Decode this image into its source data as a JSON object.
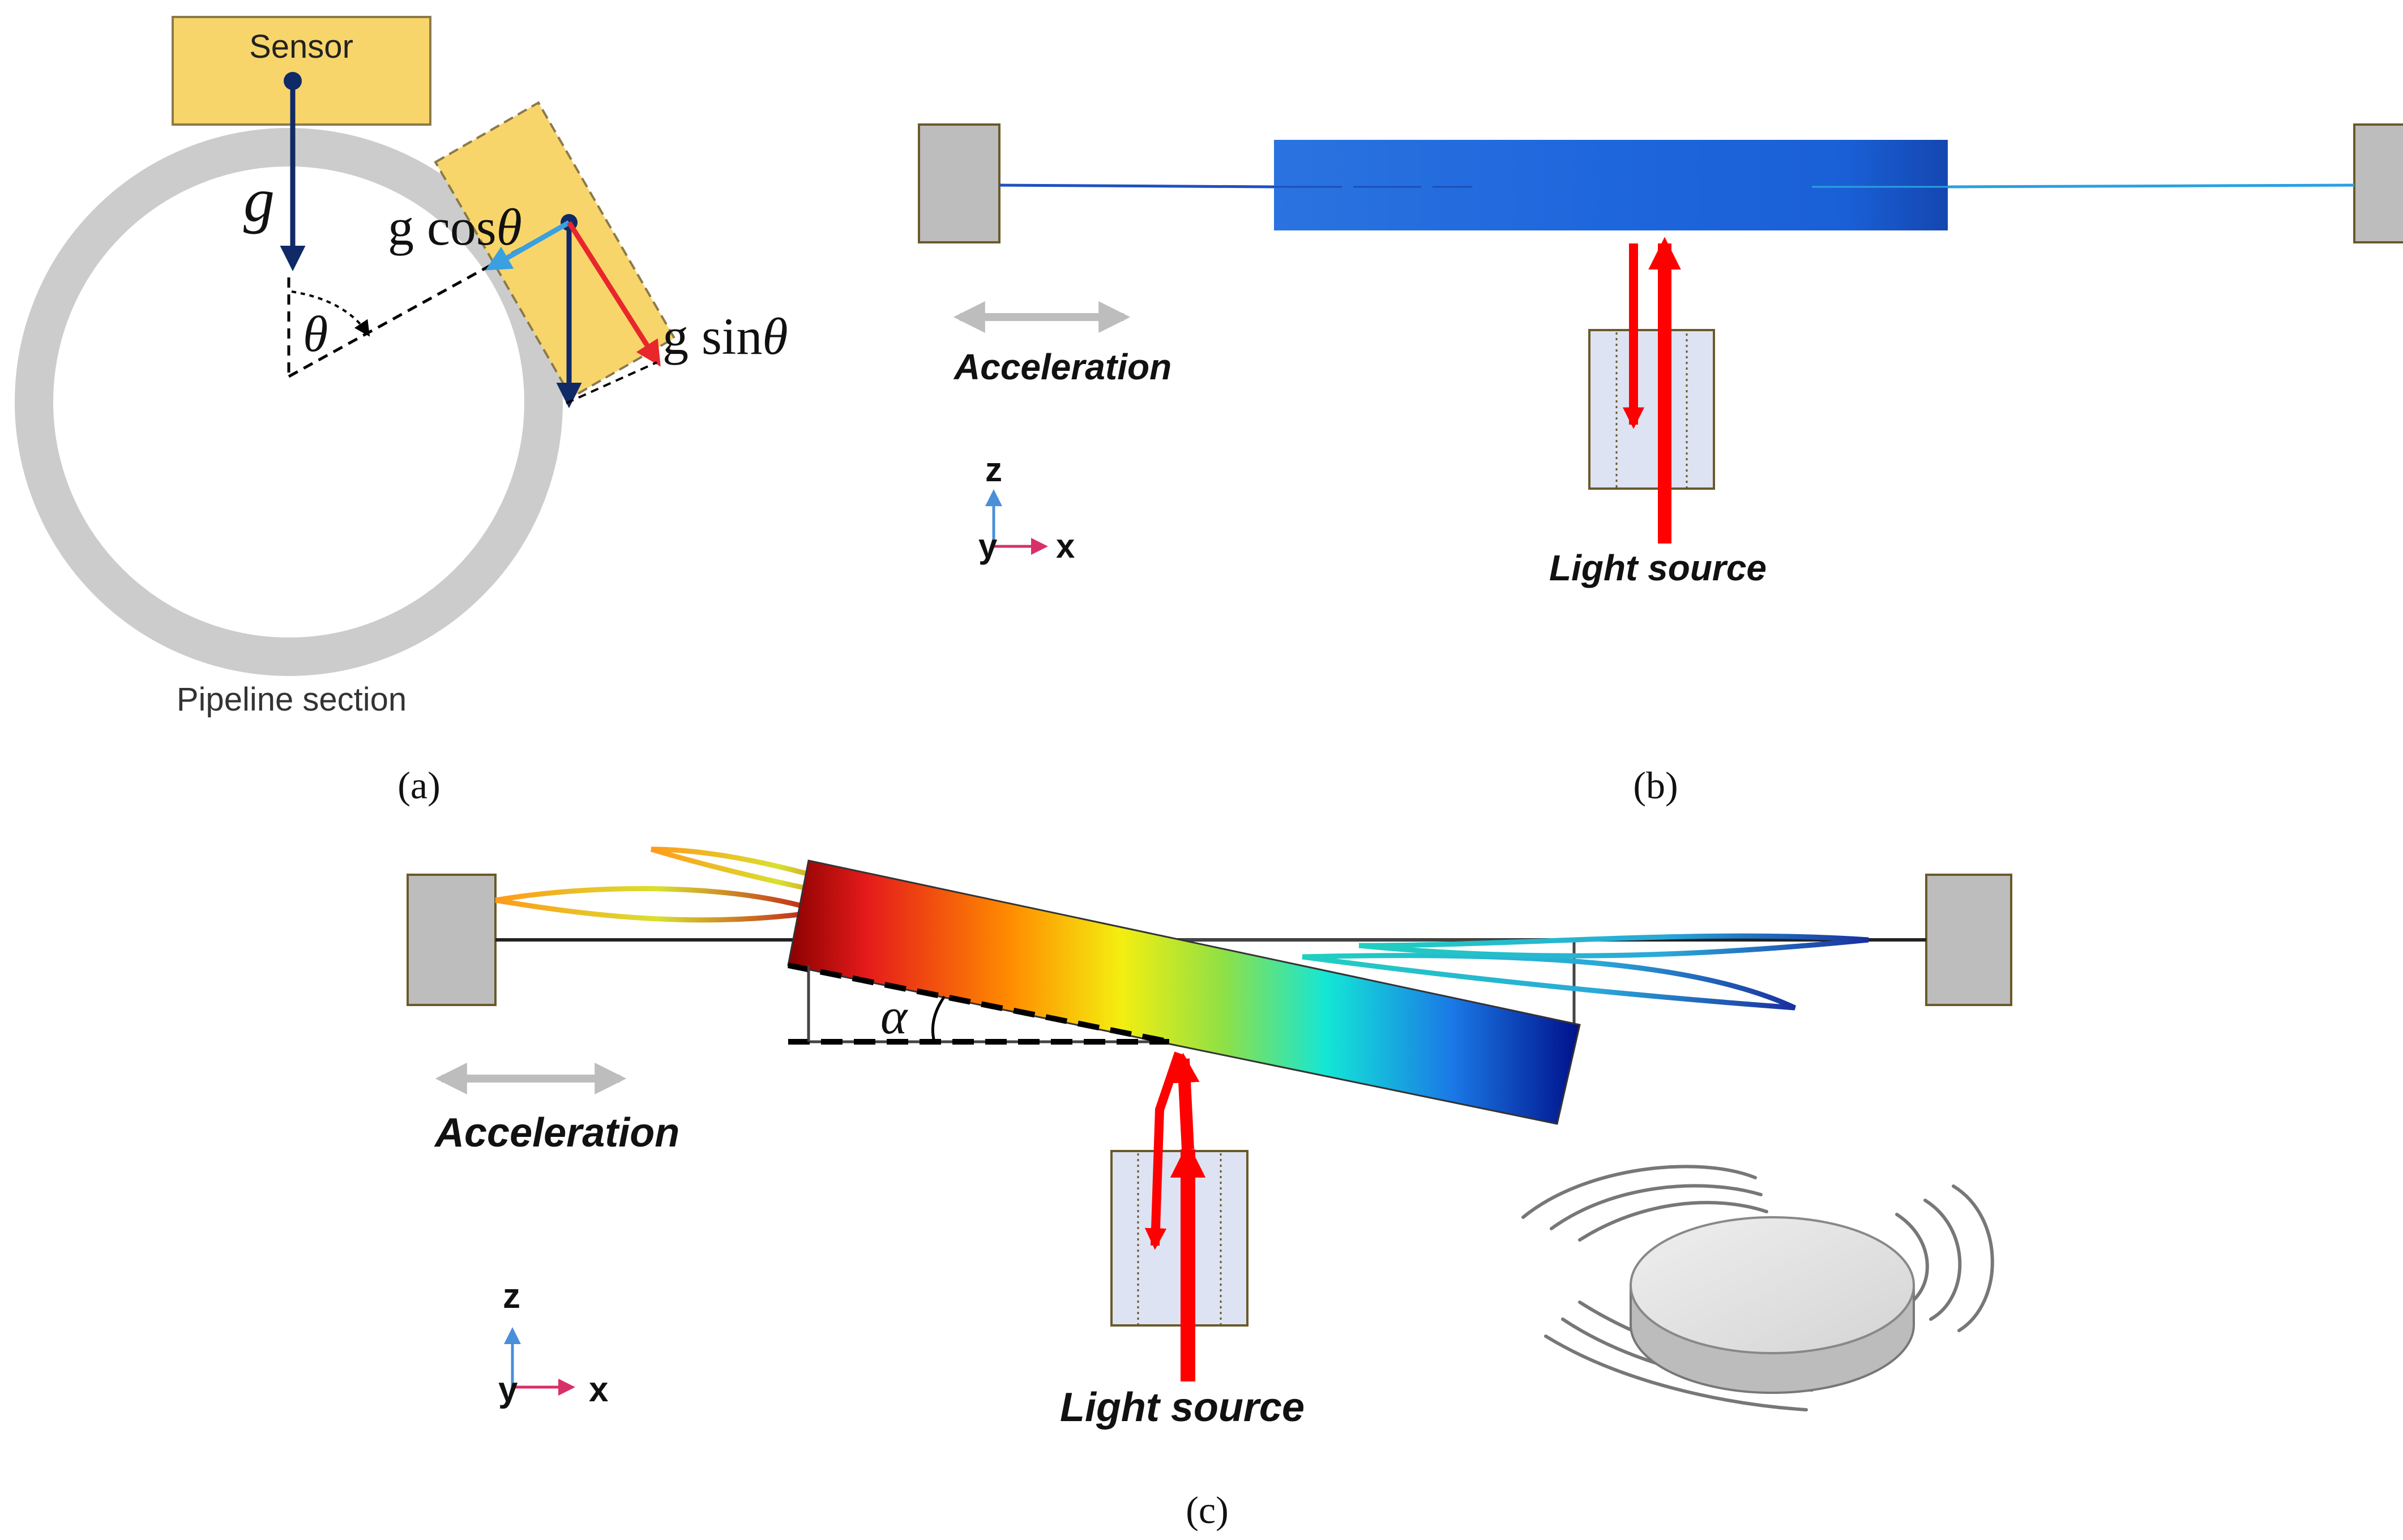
{
  "colors": {
    "sensor_fill": "#f8d56b",
    "sensor_stroke": "#8a7a4a",
    "pipe_ring": "#cccccc",
    "gravity_arrow": "#0f2a66",
    "cos_arrow": "#3aa0e0",
    "sin_arrow": "#e8262c",
    "anchor_fill": "#bdbdbd",
    "anchor_stroke": "#6a5a2a",
    "light_red": "#ff0000",
    "light_box_fill": "#dde3f3",
    "accel_arrow": "#bdbdbd",
    "z_axis": "#4a8fd8",
    "x_axis": "#d8306a"
  },
  "panel_a": {
    "sensor_label": "Sensor",
    "g": "g",
    "g_cos": "g cos",
    "g_sin": "g sin",
    "theta": "θ",
    "pipeline_label": "Pipeline section",
    "caption": "(a)"
  },
  "panel_b": {
    "acceleration_label": "Acceleration",
    "light_source_label": "Light source",
    "axis_z": "z",
    "axis_y": "y",
    "axis_x": "x",
    "caption": "(b)"
  },
  "panel_c": {
    "acceleration_label": "Acceleration",
    "light_source_label": "Light source",
    "alpha": "α",
    "axis_z": "z",
    "axis_y": "y",
    "axis_x": "x",
    "caption": "(c)"
  }
}
